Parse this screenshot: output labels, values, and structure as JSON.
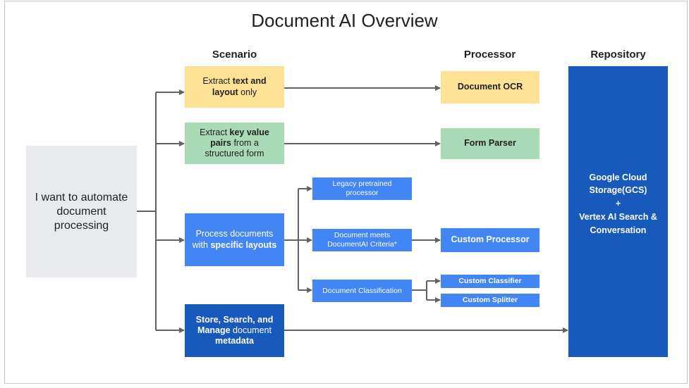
{
  "title": "Document AI Overview",
  "columns": {
    "scenario": "Scenario",
    "processor": "Processor",
    "repository": "Repository"
  },
  "start": {
    "line1": "I want to automate",
    "line2": "document",
    "line3": "processing"
  },
  "scenarios": {
    "ocr": {
      "pre": "Extract ",
      "bold1": "text and",
      "bold2": "layout",
      "post": " only"
    },
    "form": {
      "pre": "Extract ",
      "bold1": "key value",
      "bold2": "pairs",
      "post1": " from a",
      "post2": "structured form"
    },
    "specific": {
      "line1": "Process documents",
      "pre": "with ",
      "bold": "specific layouts"
    },
    "store": {
      "bold1": "Store, Search, and",
      "bold2": "Manage",
      "post": " document",
      "bold3": "metadata"
    }
  },
  "sub_options": {
    "legacy": {
      "line1": "Legacy pretrained",
      "line2": "processor"
    },
    "criteria": {
      "line1": "Document meets",
      "line2": "DocumentAI Criteria*"
    },
    "classification": "Document Classification"
  },
  "processors": {
    "ocr": "Document OCR",
    "form": "Form Parser",
    "custom": "Custom Processor",
    "classifier": "Custom Classifier",
    "splitter": "Custom Splitter"
  },
  "repository": {
    "line1": "Google Cloud",
    "line2": "Storage(GCS)",
    "plus": "+",
    "line3": "Vertex AI Search &",
    "line4": "Conversation"
  },
  "colors": {
    "yellow": "#fde293",
    "green": "#a8dab5",
    "blue": "#4285f4",
    "dark_blue": "#185abc",
    "grey": "#e8eaed",
    "connector": "#5f6368"
  }
}
